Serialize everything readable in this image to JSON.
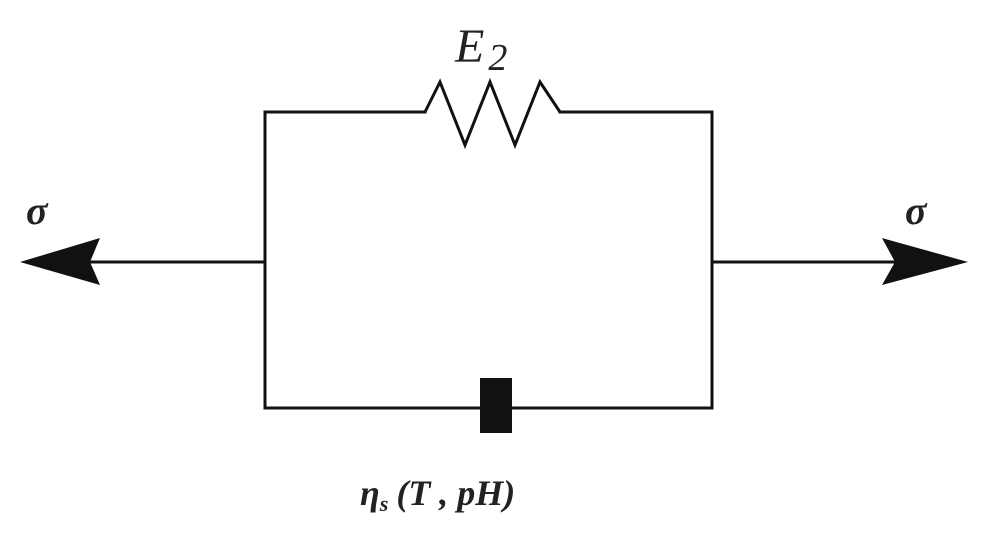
{
  "diagram": {
    "spring_label_base": "E",
    "spring_label_sub": "2",
    "stress_left": "σ",
    "stress_right": "σ",
    "dashpot_label_base": "η",
    "dashpot_label_sub": "s",
    "dashpot_label_args": "(T , pH)"
  },
  "colors": {
    "line": "#111111",
    "text": "#222222"
  }
}
